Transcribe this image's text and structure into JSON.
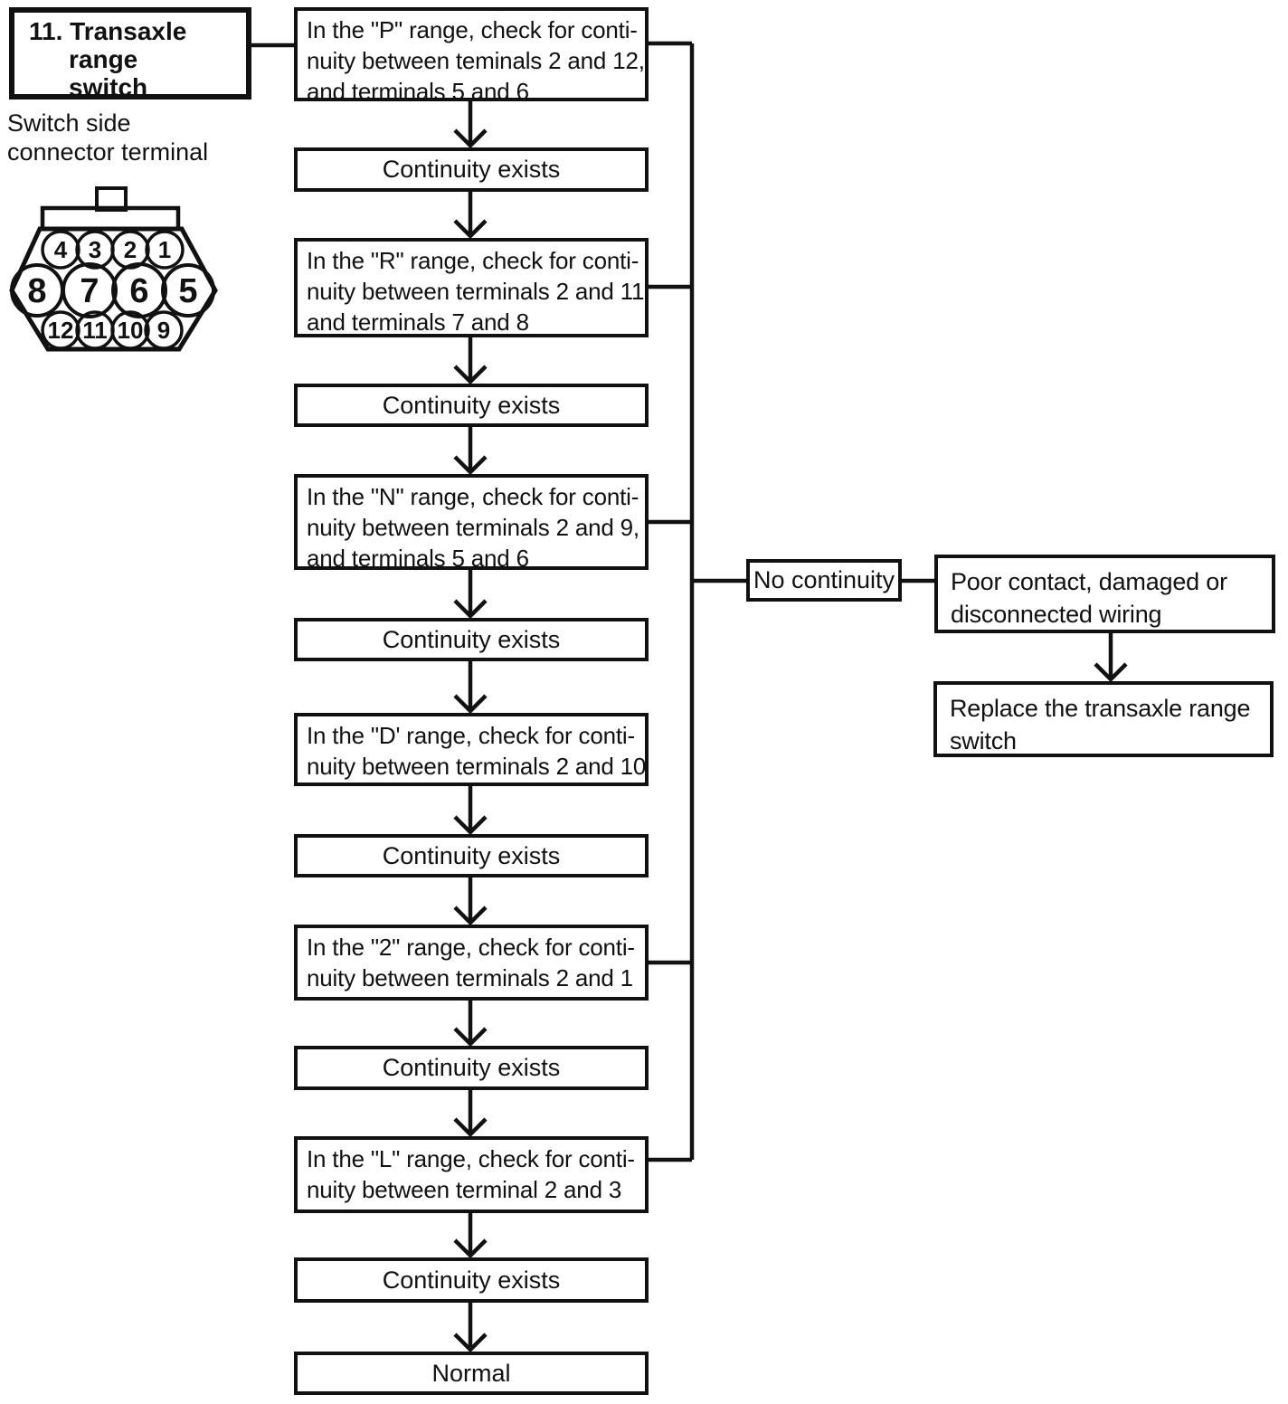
{
  "title_box": "11. Transaxle\nrange\nswitch",
  "connector": {
    "label": "Switch side\nconnector terminal",
    "terminals": {
      "top": [
        "4",
        "3",
        "2",
        "1"
      ],
      "middle": [
        "8",
        "7",
        "6",
        "5"
      ],
      "bottom": [
        "12",
        "11",
        "10",
        "9"
      ]
    }
  },
  "flow": {
    "p_check": "In the \"P\" range, check for conti-\nnuity between teminals 2 and 12,\nand terminals 5 and 6",
    "continuity_exists": "Continuity exists",
    "r_check": "In the \"R\" range, check for conti-\nnuity between terminals 2 and 11,\nand terminals 7 and 8",
    "n_check": "In the \"N\" range, check for conti-\nnuity between terminals 2 and 9,\nand terminals 5 and 6",
    "d_check": "In the \"D' range, check for conti-\nnuity between terminals 2 and 10",
    "two_check": "In the \"2\" range, check for conti-\nnuity between terminals 2 and 1",
    "l_check": "In the \"L\" range, check for conti-\nnuity between terminal 2 and 3",
    "normal": "Normal"
  },
  "failure": {
    "no_continuity": "No continuity",
    "poor_contact": "Poor contact, damaged or\ndisconnected wiring",
    "replace": "Replace the transaxle range\nswitch"
  },
  "colors": {
    "ink": "#111111",
    "paper": "#ffffff"
  }
}
